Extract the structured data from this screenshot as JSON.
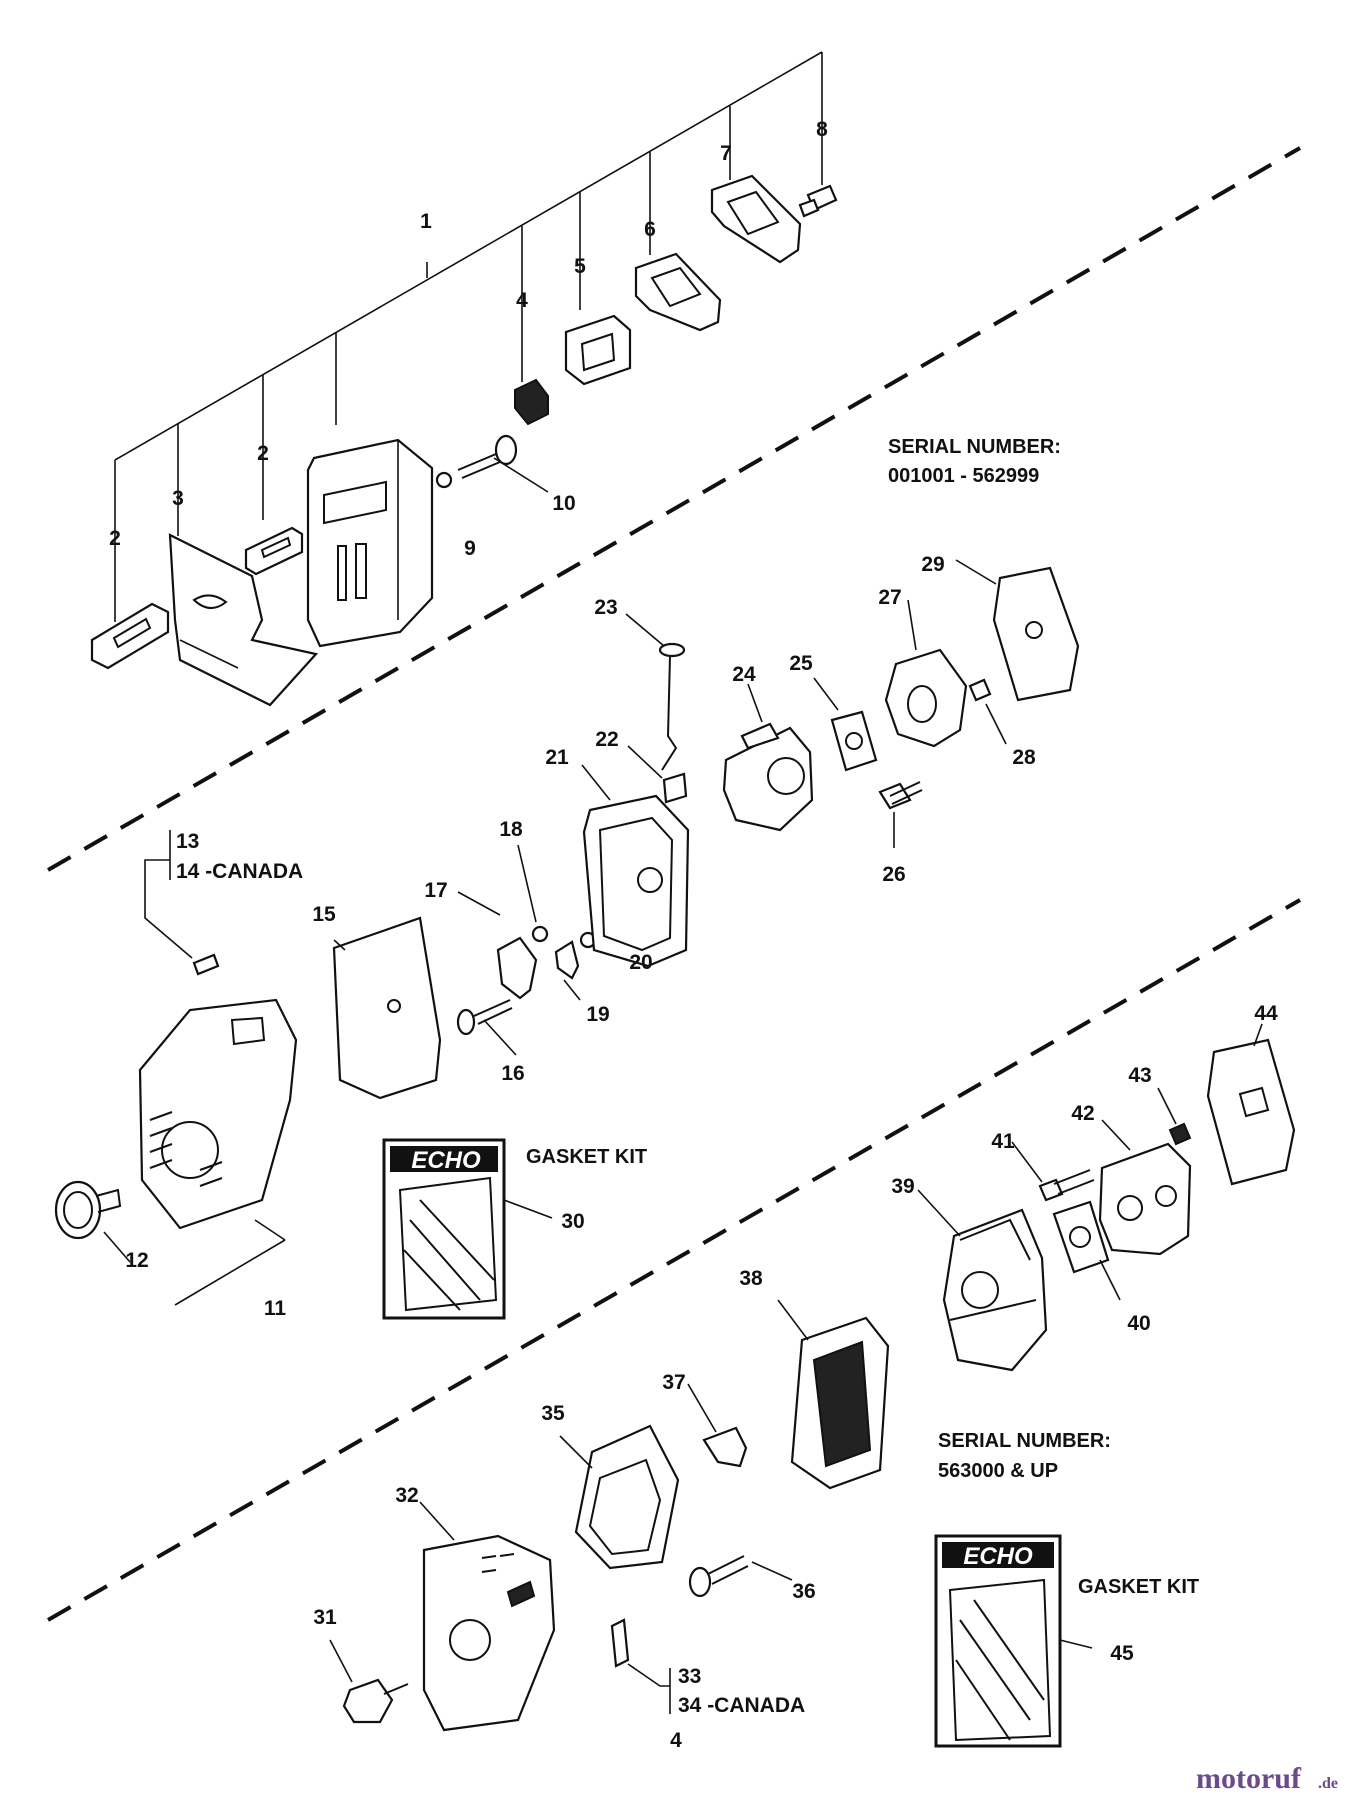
{
  "serial_upper": {
    "line1": "SERIAL NUMBER:",
    "line2": "001001 - 562999"
  },
  "serial_lower": {
    "line1": "SERIAL NUMBER:",
    "line2": "563000 & UP"
  },
  "gasket_kit_label": "GASKET KIT",
  "logo_text": "ECHO",
  "canada_a": "14  -CANADA",
  "canada_b": "34  -CANADA",
  "footer_number": "4",
  "watermark": {
    "main": "motoruf",
    "suffix": ".de"
  },
  "callouts": {
    "n1": "1",
    "n2a": "2",
    "n2b": "2",
    "n3": "3",
    "n4": "4",
    "n5": "5",
    "n6": "6",
    "n7": "7",
    "n8": "8",
    "n9": "9",
    "n10": "10",
    "n11": "11",
    "n12": "12",
    "n13": "13",
    "n15": "15",
    "n16": "16",
    "n17": "17",
    "n18": "18",
    "n19": "19",
    "n20": "20",
    "n21": "21",
    "n22": "22",
    "n23": "23",
    "n24": "24",
    "n25": "25",
    "n26": "26",
    "n27": "27",
    "n28": "28",
    "n29": "29",
    "n30": "30",
    "n31": "31",
    "n32": "32",
    "n33": "33",
    "n35": "35",
    "n36": "36",
    "n37": "37",
    "n38": "38",
    "n39": "39",
    "n40": "40",
    "n41": "41",
    "n42": "42",
    "n43": "43",
    "n44": "44",
    "n45": "45"
  }
}
